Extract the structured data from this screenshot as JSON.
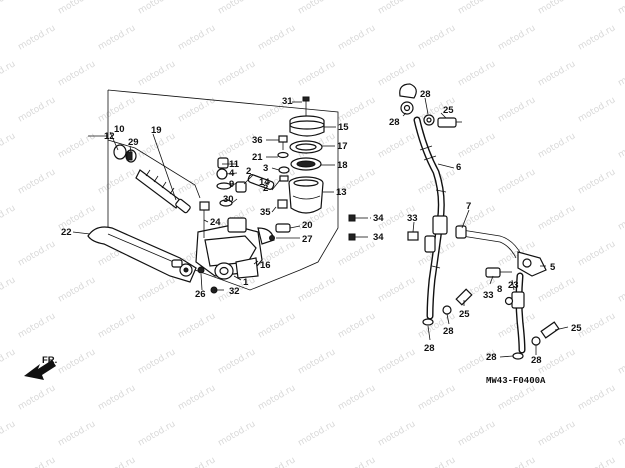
{
  "watermark": {
    "text": "motod.ru",
    "color": "#d9d9d9"
  },
  "drawing_code": "MW43-F0400A",
  "direction_label": "FR.",
  "callouts": {
    "c1": "1",
    "c2a": "2",
    "c2b": "2",
    "c3": "3",
    "c4": "4",
    "c5": "5",
    "c6": "6",
    "c7": "7",
    "c8": "8",
    "c9": "9",
    "c10": "10",
    "c11": "11",
    "c12": "12",
    "c13": "13",
    "c14": "14",
    "c15": "15",
    "c16": "16",
    "c17": "17",
    "c18": "18",
    "c19": "19",
    "c20": "20",
    "c21": "21",
    "c22": "22",
    "c23": "23",
    "c24": "24",
    "c25a": "25",
    "c25b": "25",
    "c25c": "25",
    "c26": "26",
    "c27": "27",
    "c28a": "28",
    "c28b": "28",
    "c28c": "28",
    "c28d": "28",
    "c28e": "28",
    "c29": "29",
    "c30": "30",
    "c31": "31",
    "c32": "32",
    "c33a": "33",
    "c33b": "33",
    "c34a": "34",
    "c34b": "34",
    "c35": "35",
    "c36": "36"
  }
}
